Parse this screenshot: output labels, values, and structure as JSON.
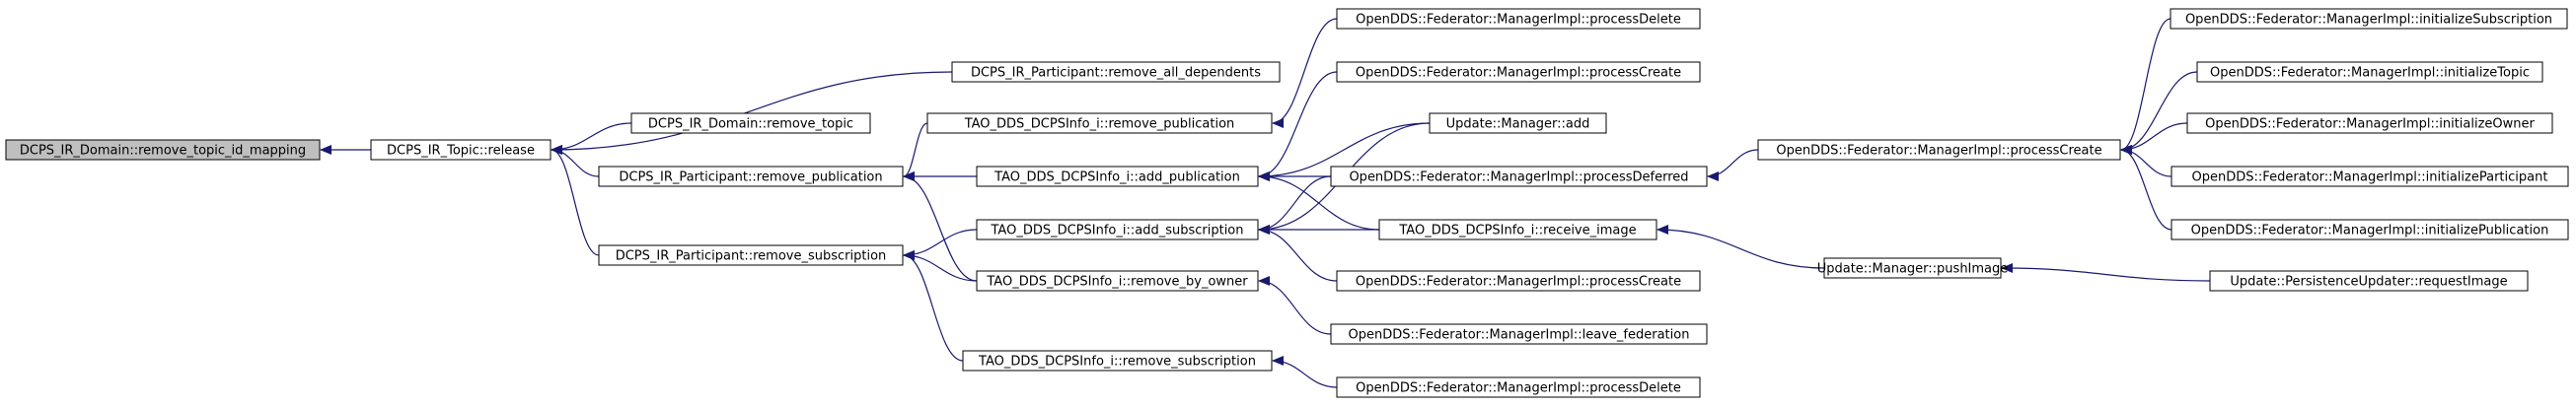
{
  "colors": {
    "edge": "#191970",
    "node_border": "#000000",
    "node_fill": "#ffffff",
    "root_fill": "#bfbfbf",
    "background": "#ffffff"
  },
  "nodes": [
    {
      "id": "root",
      "label": "DCPS_IR_Domain::remove_topic_id_mapping",
      "root": true
    },
    {
      "id": "topic_release",
      "label": "DCPS_IR_Topic::release"
    },
    {
      "id": "part_remove_all_deps",
      "label": "DCPS_IR_Participant::remove_all_dependents"
    },
    {
      "id": "domain_remove_topic",
      "label": "DCPS_IR_Domain::remove_topic"
    },
    {
      "id": "part_remove_pub",
      "label": "DCPS_IR_Participant::remove_publication"
    },
    {
      "id": "part_remove_sub",
      "label": "DCPS_IR_Participant::remove_subscription"
    },
    {
      "id": "info_remove_pub",
      "label": "TAO_DDS_DCPSInfo_i::remove_publication"
    },
    {
      "id": "info_add_pub",
      "label": "TAO_DDS_DCPSInfo_i::add_publication"
    },
    {
      "id": "info_add_sub",
      "label": "TAO_DDS_DCPSInfo_i::add_subscription"
    },
    {
      "id": "info_remove_by_owner",
      "label": "TAO_DDS_DCPSInfo_i::remove_by_owner"
    },
    {
      "id": "info_remove_sub",
      "label": "TAO_DDS_DCPSInfo_i::remove_subscription"
    },
    {
      "id": "fed_processDelete_1",
      "label": "OpenDDS::Federator::ManagerImpl::processDelete"
    },
    {
      "id": "fed_processCreate_1",
      "label": "OpenDDS::Federator::ManagerImpl::processCreate"
    },
    {
      "id": "update_manager_add",
      "label": "Update::Manager::add"
    },
    {
      "id": "fed_processDeferred",
      "label": "OpenDDS::Federator::ManagerImpl::processDeferred"
    },
    {
      "id": "info_receive_image",
      "label": "TAO_DDS_DCPSInfo_i::receive_image"
    },
    {
      "id": "fed_processCreate_2",
      "label": "OpenDDS::Federator::ManagerImpl::processCreate"
    },
    {
      "id": "fed_leave_federation",
      "label": "OpenDDS::Federator::ManagerImpl::leave_federation"
    },
    {
      "id": "fed_processDelete_2",
      "label": "OpenDDS::Federator::ManagerImpl::processDelete"
    },
    {
      "id": "fed_processCreate_3",
      "label": "OpenDDS::Federator::ManagerImpl::processCreate"
    },
    {
      "id": "update_pushImage",
      "label": "Update::Manager::pushImage"
    },
    {
      "id": "fed_initSubscription",
      "label": "OpenDDS::Federator::ManagerImpl::initializeSubscription"
    },
    {
      "id": "fed_initTopic",
      "label": "OpenDDS::Federator::ManagerImpl::initializeTopic"
    },
    {
      "id": "fed_initOwner",
      "label": "OpenDDS::Federator::ManagerImpl::initializeOwner"
    },
    {
      "id": "fed_initParticipant",
      "label": "OpenDDS::Federator::ManagerImpl::initializeParticipant"
    },
    {
      "id": "fed_initPublication",
      "label": "OpenDDS::Federator::ManagerImpl::initializePublication"
    },
    {
      "id": "persist_requestImage",
      "label": "Update::PersistenceUpdater::requestImage"
    }
  ],
  "edges": [
    {
      "from": "topic_release",
      "to": "root"
    },
    {
      "from": "part_remove_all_deps",
      "to": "topic_release"
    },
    {
      "from": "domain_remove_topic",
      "to": "topic_release"
    },
    {
      "from": "part_remove_pub",
      "to": "topic_release"
    },
    {
      "from": "part_remove_sub",
      "to": "topic_release"
    },
    {
      "from": "info_remove_pub",
      "to": "part_remove_pub"
    },
    {
      "from": "info_add_pub",
      "to": "part_remove_pub"
    },
    {
      "from": "info_remove_by_owner",
      "to": "part_remove_pub"
    },
    {
      "from": "info_add_sub",
      "to": "part_remove_sub"
    },
    {
      "from": "info_remove_by_owner",
      "to": "part_remove_sub"
    },
    {
      "from": "info_remove_sub",
      "to": "part_remove_sub"
    },
    {
      "from": "fed_processDelete_1",
      "to": "info_remove_pub"
    },
    {
      "from": "fed_processCreate_1",
      "to": "info_add_pub"
    },
    {
      "from": "update_manager_add",
      "to": "info_add_pub"
    },
    {
      "from": "fed_processDeferred",
      "to": "info_add_pub"
    },
    {
      "from": "info_receive_image",
      "to": "info_add_pub"
    },
    {
      "from": "update_manager_add",
      "to": "info_add_sub"
    },
    {
      "from": "fed_processDeferred",
      "to": "info_add_sub"
    },
    {
      "from": "info_receive_image",
      "to": "info_add_sub"
    },
    {
      "from": "fed_processCreate_2",
      "to": "info_add_sub"
    },
    {
      "from": "fed_leave_federation",
      "to": "info_remove_by_owner"
    },
    {
      "from": "fed_processDelete_2",
      "to": "info_remove_sub"
    },
    {
      "from": "fed_processCreate_3",
      "to": "fed_processDeferred"
    },
    {
      "from": "update_pushImage",
      "to": "info_receive_image"
    },
    {
      "from": "fed_initSubscription",
      "to": "fed_processCreate_3"
    },
    {
      "from": "fed_initTopic",
      "to": "fed_processCreate_3"
    },
    {
      "from": "fed_initOwner",
      "to": "fed_processCreate_3"
    },
    {
      "from": "fed_initParticipant",
      "to": "fed_processCreate_3"
    },
    {
      "from": "fed_initPublication",
      "to": "fed_processCreate_3"
    },
    {
      "from": "persist_requestImage",
      "to": "update_pushImage"
    }
  ]
}
